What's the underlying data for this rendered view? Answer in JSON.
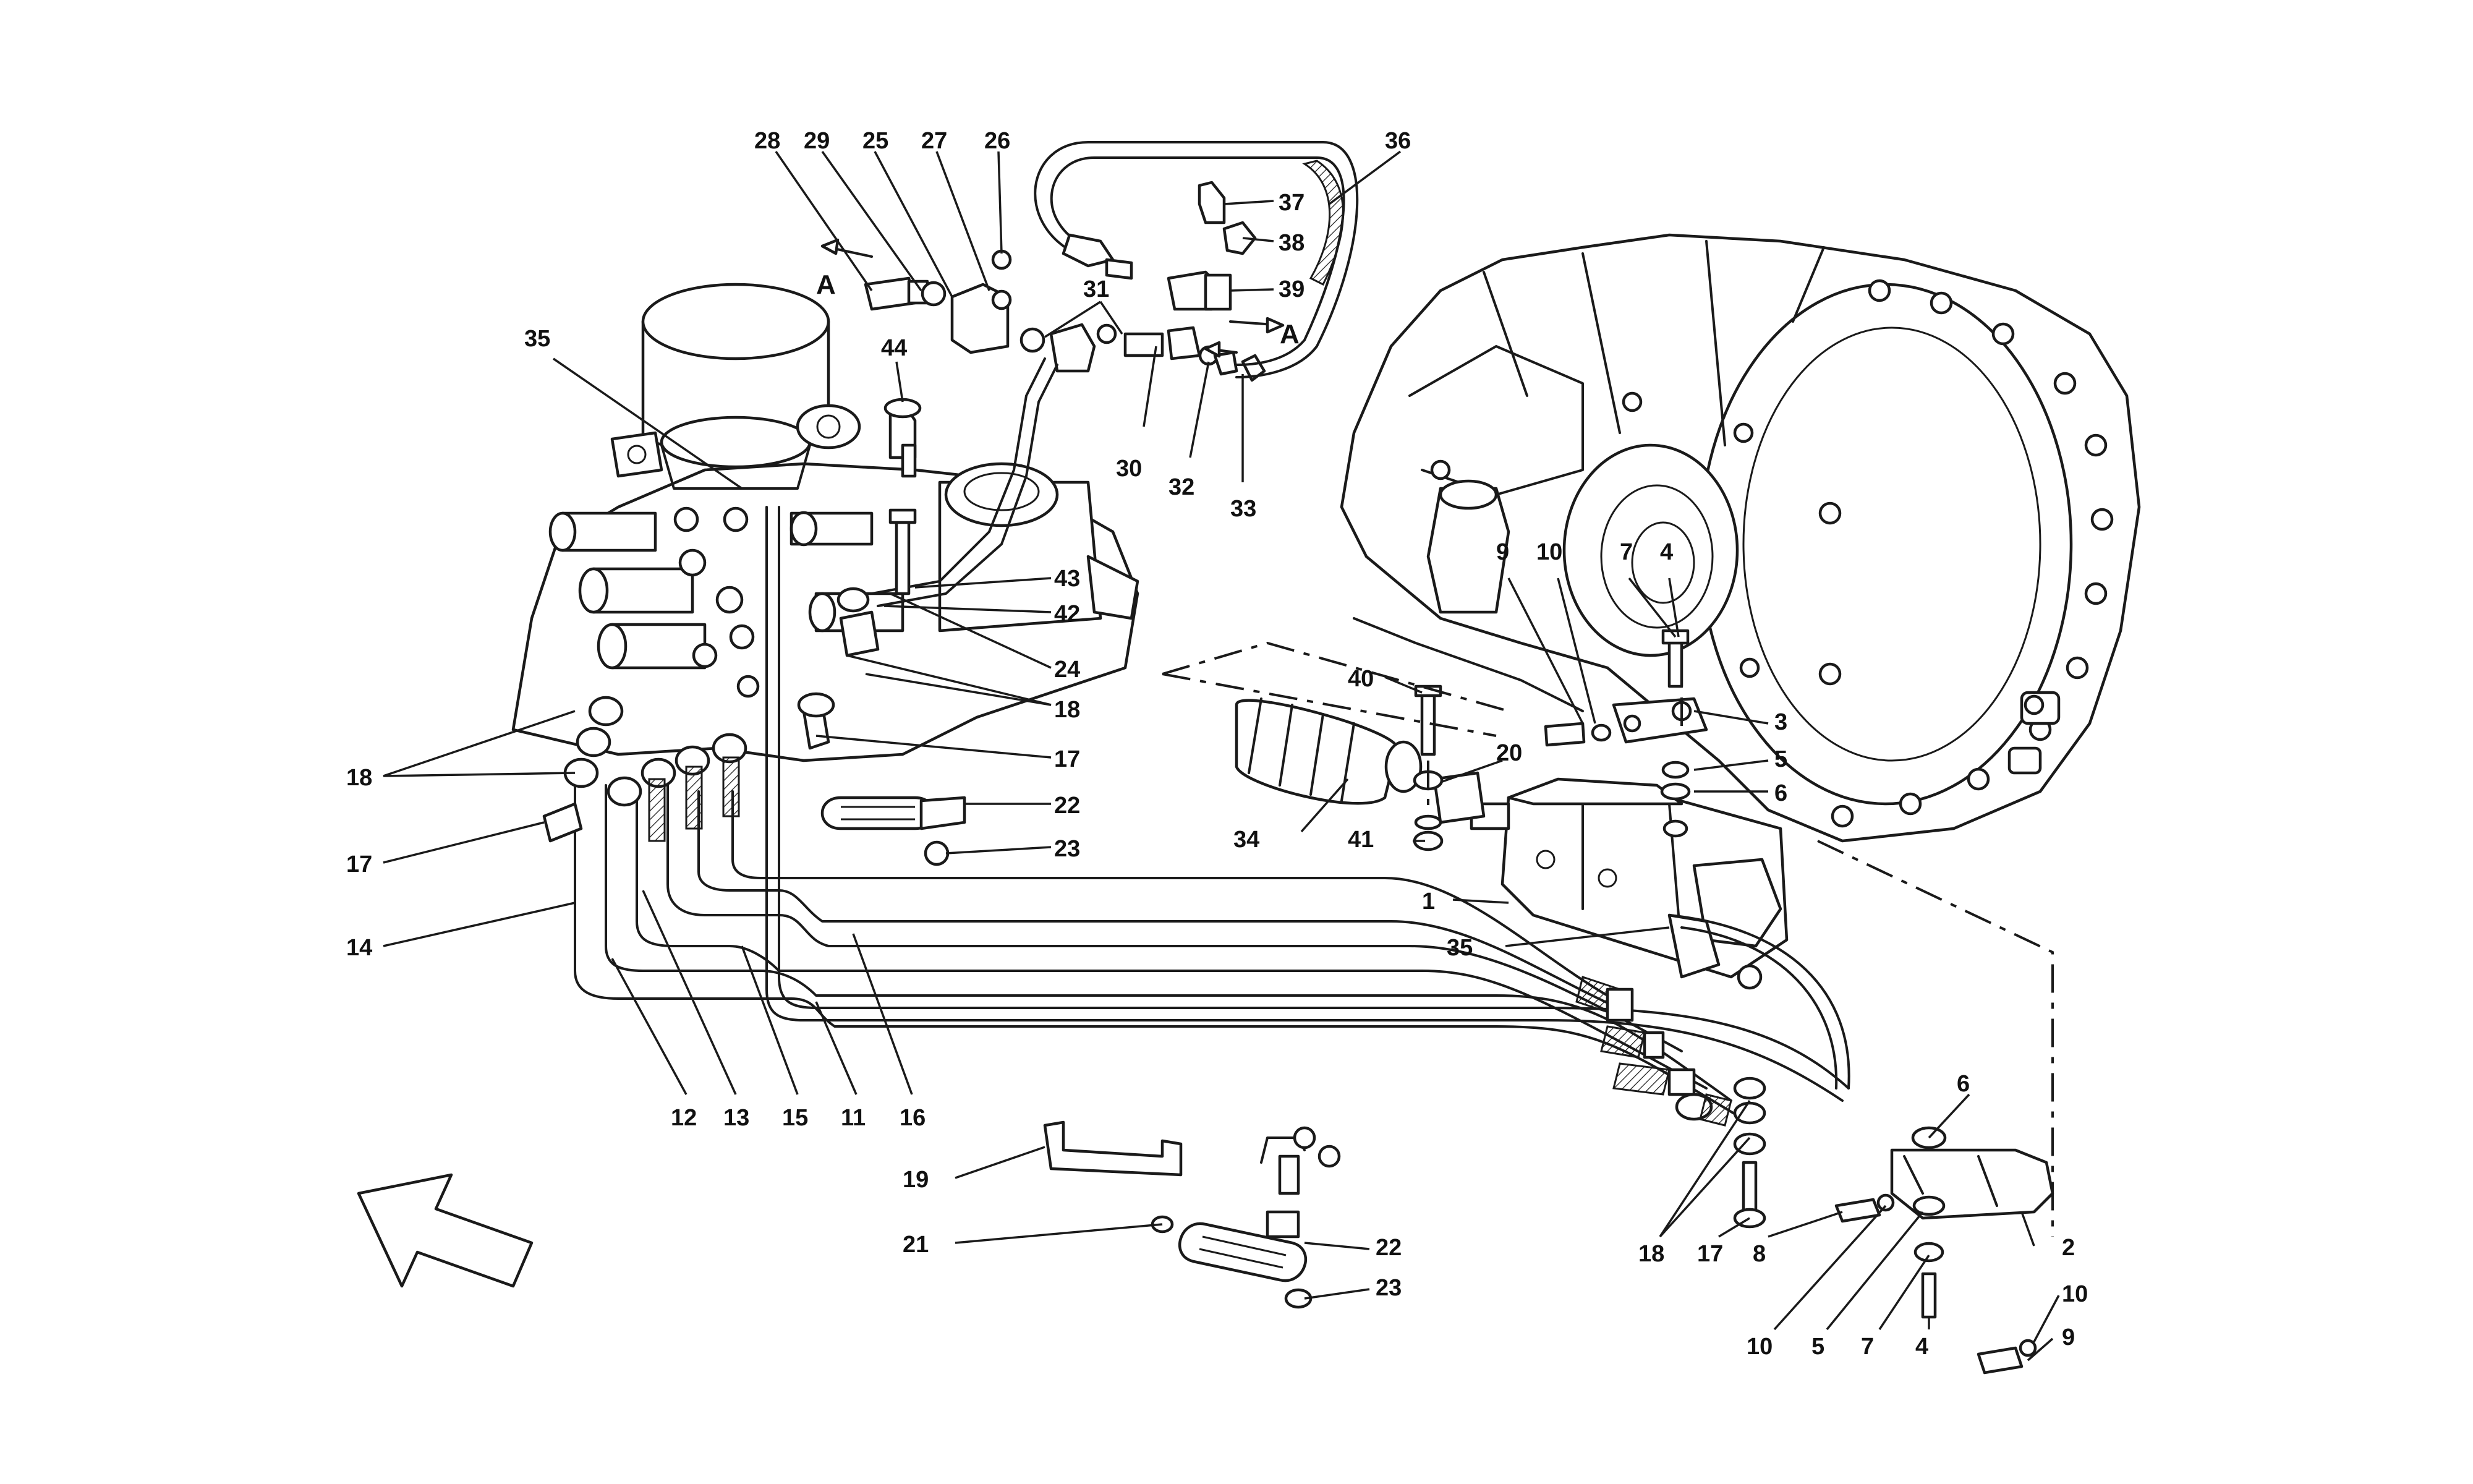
{
  "diagram": {
    "callouts": [
      {
        "id": "c28",
        "text": "28"
      },
      {
        "id": "c29",
        "text": "29"
      },
      {
        "id": "c25",
        "text": "25"
      },
      {
        "id": "c27",
        "text": "27"
      },
      {
        "id": "c26",
        "text": "26"
      },
      {
        "id": "c36",
        "text": "36"
      },
      {
        "id": "c37",
        "text": "37"
      },
      {
        "id": "c38",
        "text": "38"
      },
      {
        "id": "c39",
        "text": "39"
      },
      {
        "id": "c31",
        "text": "31"
      },
      {
        "id": "c35a",
        "text": "35"
      },
      {
        "id": "c44",
        "text": "44"
      },
      {
        "id": "c30",
        "text": "30"
      },
      {
        "id": "c32",
        "text": "32"
      },
      {
        "id": "c33",
        "text": "33"
      },
      {
        "id": "c43",
        "text": "43"
      },
      {
        "id": "c42",
        "text": "42"
      },
      {
        "id": "c24",
        "text": "24"
      },
      {
        "id": "c18a",
        "text": "18"
      },
      {
        "id": "c17a",
        "text": "17"
      },
      {
        "id": "c22a",
        "text": "22"
      },
      {
        "id": "c23a",
        "text": "23"
      },
      {
        "id": "c18b",
        "text": "18"
      },
      {
        "id": "c17b",
        "text": "17"
      },
      {
        "id": "c14",
        "text": "14"
      },
      {
        "id": "c12",
        "text": "12"
      },
      {
        "id": "c13",
        "text": "13"
      },
      {
        "id": "c15",
        "text": "15"
      },
      {
        "id": "c11",
        "text": "11"
      },
      {
        "id": "c16",
        "text": "16"
      },
      {
        "id": "c9a",
        "text": "9"
      },
      {
        "id": "c10a",
        "text": "10"
      },
      {
        "id": "c7a",
        "text": "7"
      },
      {
        "id": "c4a",
        "text": "4"
      },
      {
        "id": "c40",
        "text": "40"
      },
      {
        "id": "c20",
        "text": "20"
      },
      {
        "id": "c3",
        "text": "3"
      },
      {
        "id": "c5a",
        "text": "5"
      },
      {
        "id": "c6a",
        "text": "6"
      },
      {
        "id": "c34",
        "text": "34"
      },
      {
        "id": "c41",
        "text": "41"
      },
      {
        "id": "c1",
        "text": "1"
      },
      {
        "id": "c35b",
        "text": "35"
      },
      {
        "id": "c6b",
        "text": "6"
      },
      {
        "id": "c2",
        "text": "2"
      },
      {
        "id": "c10b",
        "text": "10"
      },
      {
        "id": "c9b",
        "text": "9"
      },
      {
        "id": "c18c",
        "text": "18"
      },
      {
        "id": "c17c",
        "text": "17"
      },
      {
        "id": "c8",
        "text": "8"
      },
      {
        "id": "c10c",
        "text": "10"
      },
      {
        "id": "c5b",
        "text": "5"
      },
      {
        "id": "c7b",
        "text": "7"
      },
      {
        "id": "c4b",
        "text": "4"
      },
      {
        "id": "c19",
        "text": "19"
      },
      {
        "id": "c21",
        "text": "21"
      },
      {
        "id": "c22b",
        "text": "22"
      },
      {
        "id": "c23b",
        "text": "23"
      }
    ],
    "view_markers": [
      {
        "id": "a1",
        "text": "A"
      },
      {
        "id": "a2",
        "text": "A"
      }
    ]
  }
}
